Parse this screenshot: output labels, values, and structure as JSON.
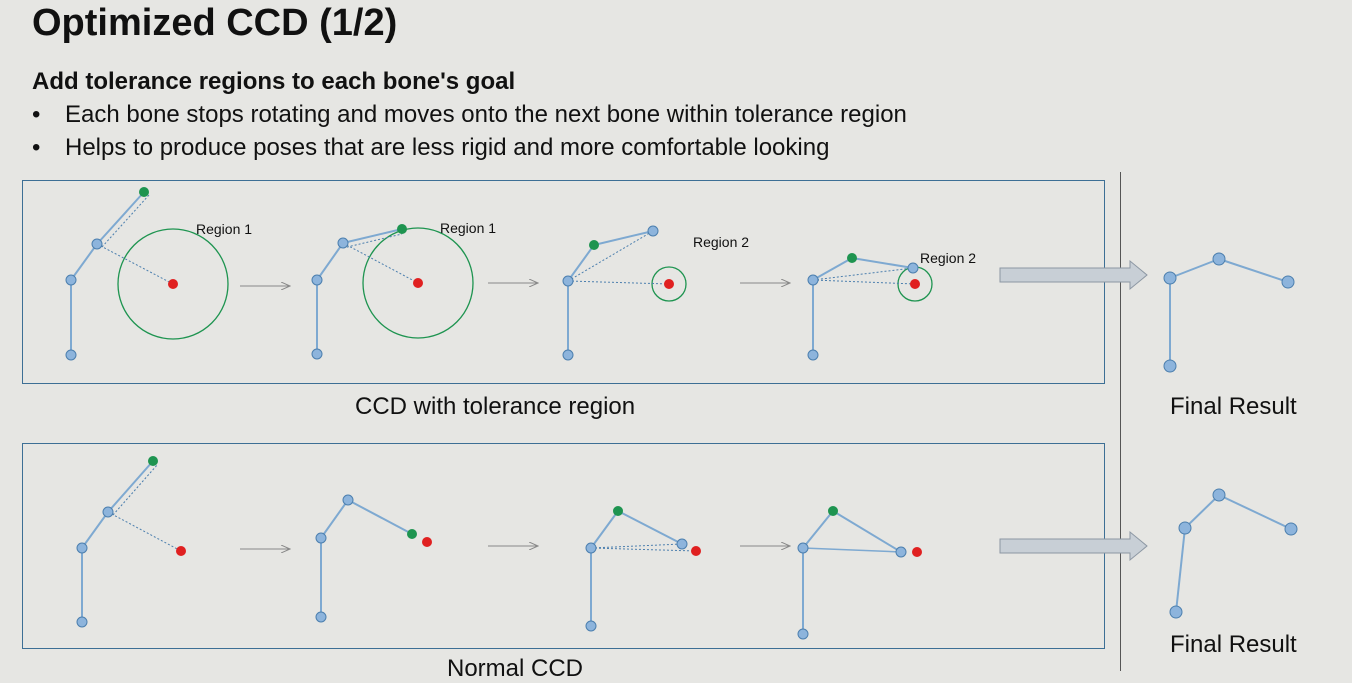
{
  "slide": {
    "title": "Optimized CCD (1/2)",
    "subtitle": "Add tolerance regions to each bone's goal",
    "bullets": [
      "Each bone stops rotating and moves onto the next bone within tolerance region",
      "Helps to produce poses that are less rigid and more comfortable looking"
    ]
  },
  "top_row": {
    "caption": "CCD with tolerance region",
    "final_caption": "Final Result",
    "region_labels": [
      "Region 1",
      "Region 1",
      "Region 2",
      "Region 2"
    ]
  },
  "bottom_row": {
    "caption": "Normal CCD",
    "final_caption": "Final Result"
  },
  "colors": {
    "joint": "#8db4dc",
    "joint_stroke": "#4c7fae",
    "bone": "#7ea9d1",
    "effector": "#1e9450",
    "target": "#e02020",
    "region": "#1e9450",
    "box": "#3d6f95",
    "arrow": "#c8cfd6"
  }
}
